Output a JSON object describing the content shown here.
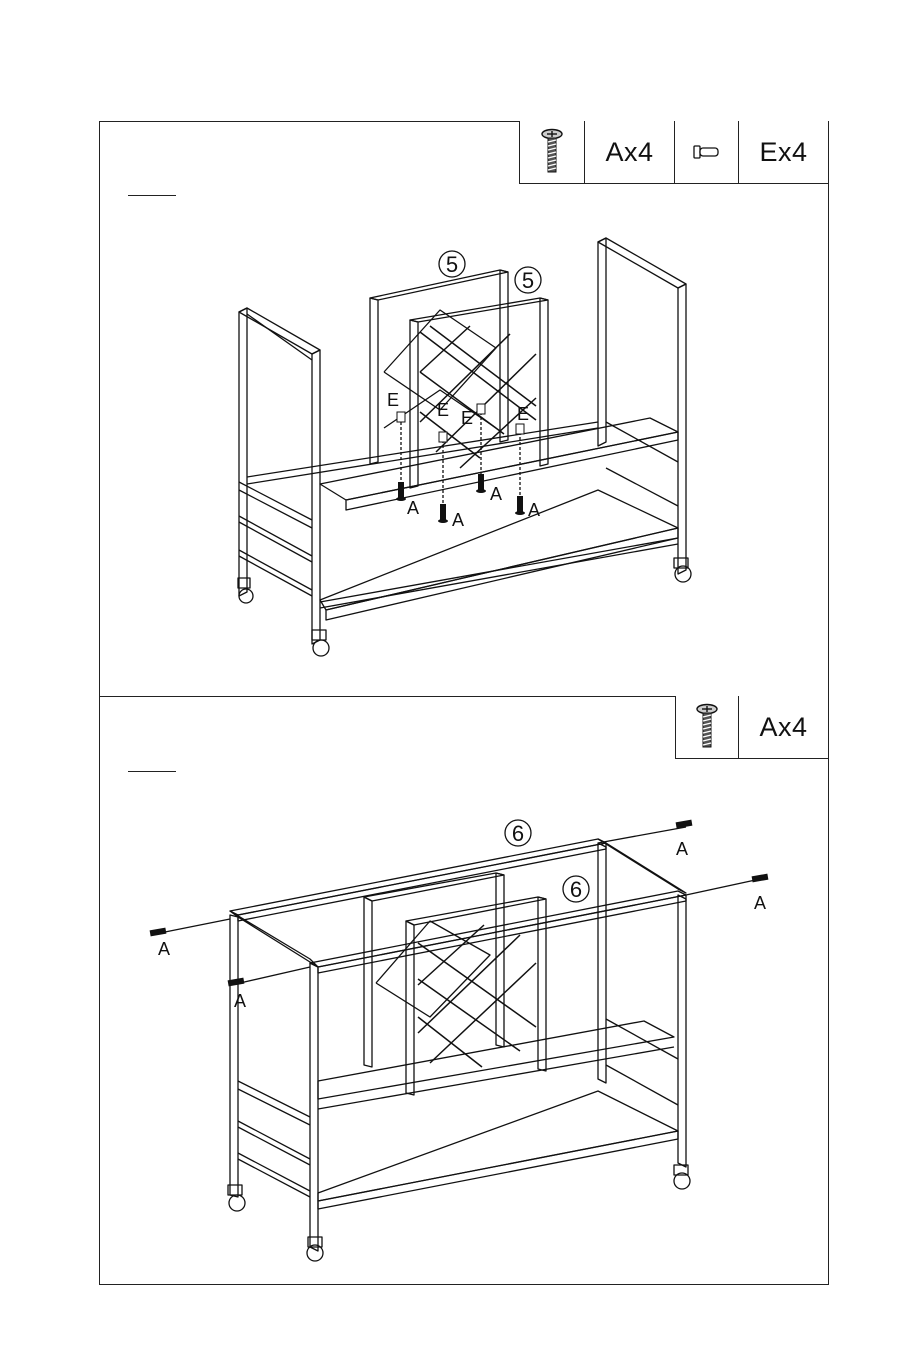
{
  "step1": {
    "parts": [
      {
        "icon": "screw-icon",
        "qty": "Ax4"
      },
      {
        "icon": "cam-bolt-icon",
        "qty": "Ex4"
      }
    ],
    "part_number": "5",
    "labels": {
      "screw": "A",
      "bolt": "E"
    }
  },
  "step2": {
    "parts": [
      {
        "icon": "screw-icon",
        "qty": "Ax4"
      }
    ],
    "part_number": "6",
    "labels": {
      "screw": "A"
    }
  }
}
